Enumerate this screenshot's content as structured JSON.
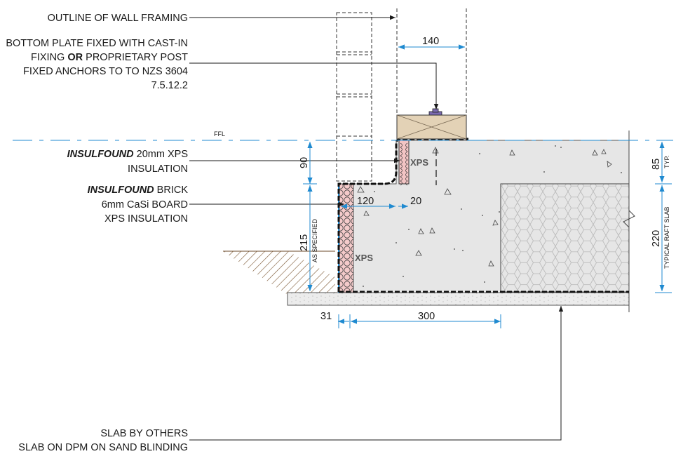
{
  "labels": {
    "wall_framing": "OUTLINE OF WALL FRAMING",
    "bottom_plate": {
      "line1": "BOTTOM PLATE FIXED WITH CAST-IN",
      "line2_a": "FIXING ",
      "line2_or": "OR",
      "line2_b": " PROPRIETARY POST",
      "line3": "FIXED ANCHORS TO TO NZS 3604",
      "line4": "7.5.12.2"
    },
    "insulfound_xps": {
      "brand": "INSULFOUND",
      "line1_rest": " 20mm XPS",
      "line2": "INSULATION"
    },
    "insulfound_brick": {
      "brand": "INSULFOUND",
      "line1_rest": " BRICK",
      "line2": "6mm CaSi BOARD",
      "line3": "XPS INSULATION"
    },
    "slab_by_others": "SLAB BY OTHERS",
    "slab_on_dpm": "SLAB ON DPM ON SAND BLINDING",
    "ffl": "FFL",
    "xps_upper": "XPS",
    "xps_lower": "XPS"
  },
  "dimensions": {
    "plate_width": "140",
    "step_height": "90",
    "upstand_width": "120",
    "xps_thickness": "20",
    "edge_depth": "215",
    "as_specified": "AS SPECIFIED",
    "brick_thickness": "31",
    "edge_width": "300",
    "slab_top": "85",
    "slab_top_typ": "TYP.",
    "raft_depth": "220",
    "raft_note": "TYPICAL RAFT SLAB"
  },
  "colors": {
    "concrete": "#e6e6e6",
    "timber": "#e3d2b6",
    "brick": "#f2c4c4",
    "dimension": "#1f8ad0",
    "blinding": "#ececec",
    "ground_hatch": "#6b4a2a"
  }
}
